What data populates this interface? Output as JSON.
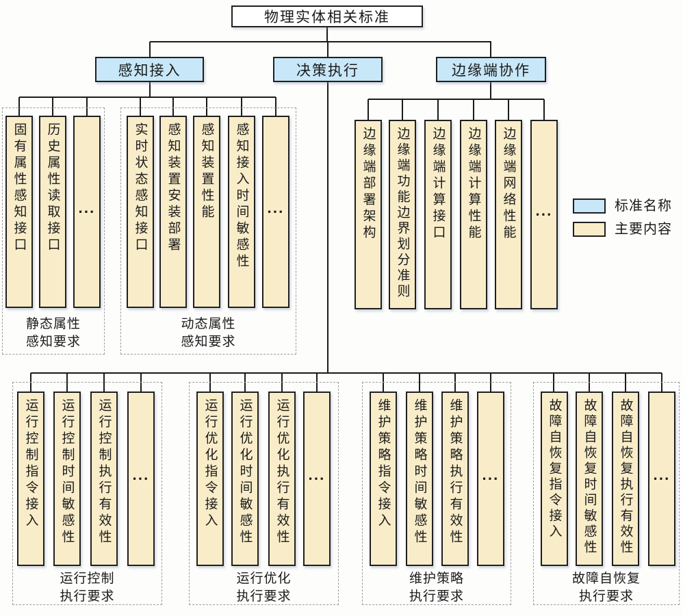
{
  "title": "物理实体相关标准",
  "branches": {
    "perception": "感知接入",
    "decision": "决策执行",
    "edge": "边缘端协作"
  },
  "perception_groups": {
    "static": {
      "caption": [
        "静态属性",
        "感知要求"
      ],
      "items": [
        "固有属性感知接口",
        "历史属性读取接口",
        "···"
      ]
    },
    "dynamic": {
      "caption": [
        "动态属性",
        "感知要求"
      ],
      "items": [
        "实时状态感知接口",
        "感知装置安装部署",
        "感知装置性能",
        "感知接入时间敏感性",
        "···"
      ]
    }
  },
  "edge_items": [
    "边缘端部署架构",
    "边缘端功能边界划分准则",
    "边缘端计算接口",
    "边缘端计算性能",
    "边缘端网络性能",
    "···"
  ],
  "decision_groups": [
    {
      "caption": [
        "运行控制",
        "执行要求"
      ],
      "items": [
        "运行控制指令接入",
        "运行控制时间敏感性",
        "运行控制执行有效性",
        "···"
      ]
    },
    {
      "caption": [
        "运行优化",
        "执行要求"
      ],
      "items": [
        "运行优化指令接入",
        "运行优化时间敏感性",
        "运行优化执行有效性",
        "···"
      ]
    },
    {
      "caption": [
        "维护策略",
        "执行要求"
      ],
      "items": [
        "维护策略指令接入",
        "维护策略时间敏感性",
        "维护策略执行有效性",
        "···"
      ]
    },
    {
      "caption": [
        "故障自恢复",
        "执行要求"
      ],
      "items": [
        "故障自恢复指令接入",
        "故障自恢复时间敏感性",
        "故障自恢复执行有效性",
        "···"
      ]
    }
  ],
  "legend": {
    "standard_label": "标准名称",
    "content_label": "主要内容",
    "standard_color": "#c8e7f8",
    "content_color": "#f9edc9"
  },
  "colors": {
    "line": "#1a1a1a",
    "dashed_border": "#9d9d9d"
  }
}
